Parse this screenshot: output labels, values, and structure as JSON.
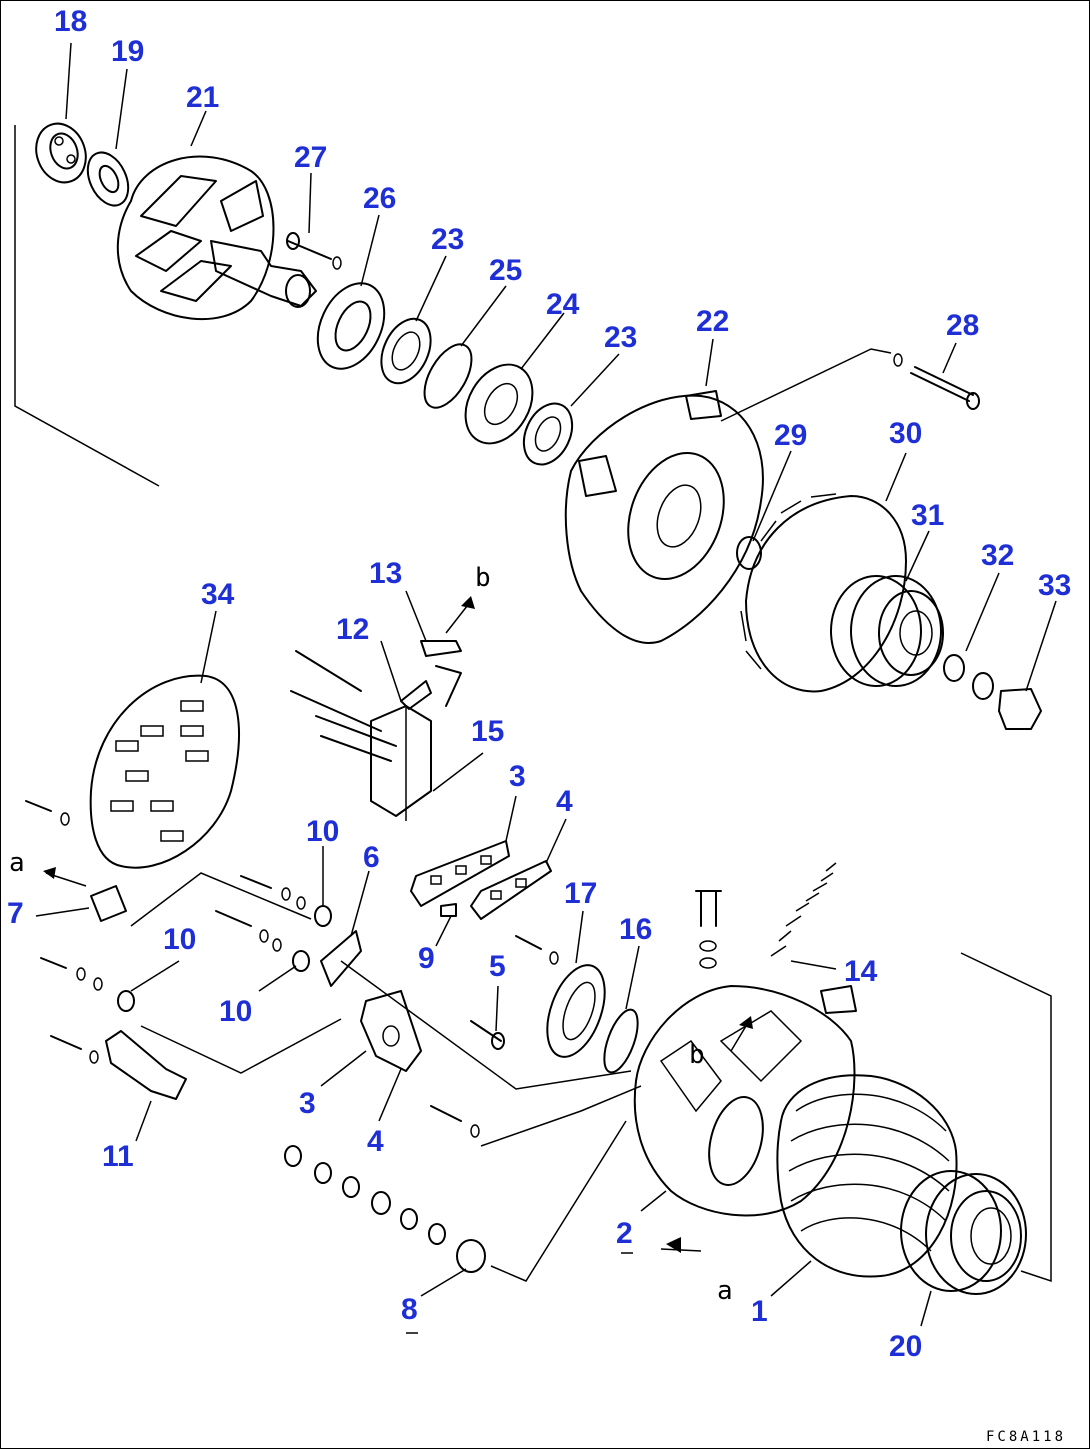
{
  "diagram": {
    "drawing_code": "FC8A118",
    "accent_color": "#1f2fd6",
    "callouts": [
      {
        "id": "c18",
        "text": "18"
      },
      {
        "id": "c19",
        "text": "19"
      },
      {
        "id": "c21",
        "text": "21"
      },
      {
        "id": "c27",
        "text": "27"
      },
      {
        "id": "c26",
        "text": "26"
      },
      {
        "id": "c23a",
        "text": "23"
      },
      {
        "id": "c25",
        "text": "25"
      },
      {
        "id": "c24",
        "text": "24"
      },
      {
        "id": "c23b",
        "text": "23"
      },
      {
        "id": "c22",
        "text": "22"
      },
      {
        "id": "c28",
        "text": "28"
      },
      {
        "id": "c29",
        "text": "29"
      },
      {
        "id": "c30",
        "text": "30"
      },
      {
        "id": "c31",
        "text": "31"
      },
      {
        "id": "c32",
        "text": "32"
      },
      {
        "id": "c33",
        "text": "33"
      },
      {
        "id": "c34",
        "text": "34"
      },
      {
        "id": "c13",
        "text": "13"
      },
      {
        "id": "c12",
        "text": "12"
      },
      {
        "id": "c15",
        "text": "15"
      },
      {
        "id": "c3a",
        "text": "3"
      },
      {
        "id": "c4a",
        "text": "4"
      },
      {
        "id": "c10a",
        "text": "10"
      },
      {
        "id": "c6",
        "text": "6"
      },
      {
        "id": "c7",
        "text": "7"
      },
      {
        "id": "c10b",
        "text": "10"
      },
      {
        "id": "c10c",
        "text": "10"
      },
      {
        "id": "c9",
        "text": "9"
      },
      {
        "id": "c5",
        "text": "5"
      },
      {
        "id": "c17",
        "text": "17"
      },
      {
        "id": "c16",
        "text": "16"
      },
      {
        "id": "c14",
        "text": "14"
      },
      {
        "id": "c11",
        "text": "11"
      },
      {
        "id": "c3b",
        "text": "3"
      },
      {
        "id": "c4b",
        "text": "4"
      },
      {
        "id": "c2",
        "text": "2"
      },
      {
        "id": "c8",
        "text": "8"
      },
      {
        "id": "c1",
        "text": "1"
      },
      {
        "id": "c20",
        "text": "20"
      }
    ],
    "refs": [
      {
        "id": "ref-b-top",
        "text": "b"
      },
      {
        "id": "ref-a-left",
        "text": "a"
      },
      {
        "id": "ref-b-housing",
        "text": "b"
      },
      {
        "id": "ref-a-bottom",
        "text": "a"
      }
    ]
  }
}
